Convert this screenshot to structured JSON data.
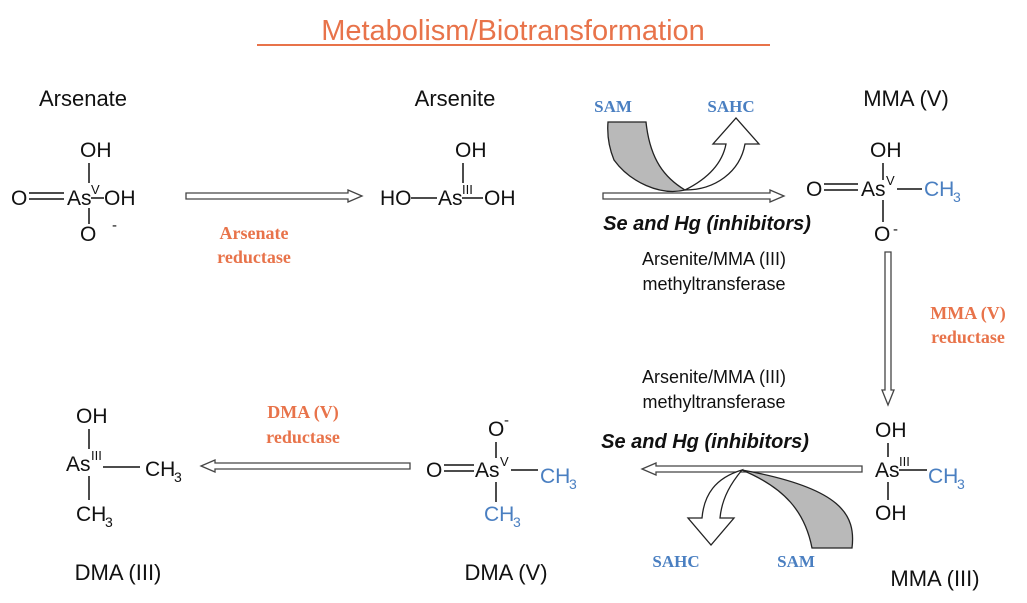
{
  "title": "Metabolism/Biotransformation",
  "colors": {
    "orange": "#e8734a",
    "blue": "#4a7fc1",
    "black": "#111111",
    "arrow_fill": "#b9b9b9"
  },
  "compounds": {
    "arsenate": {
      "name": "Arsenate",
      "atoms": {
        "top": "OH",
        "left": "O",
        "center": "As",
        "ox": "V",
        "right": "OH",
        "bottom": "O",
        "charge": "-"
      }
    },
    "arsenite": {
      "name": "Arsenite",
      "atoms": {
        "top": "OH",
        "left": "HO",
        "center": "As",
        "ox": "III",
        "right": "OH"
      }
    },
    "mma_v": {
      "name": "MMA (V)",
      "atoms": {
        "top": "OH",
        "left": "O",
        "center": "As",
        "ox": "V",
        "right": "CH",
        "sub": "3",
        "bottom": "O",
        "charge": "-"
      }
    },
    "mma_iii": {
      "name": "MMA (III)",
      "atoms": {
        "top": "OH",
        "center": "As",
        "ox": "III",
        "right": "CH",
        "sub": "3",
        "bottom": "OH"
      }
    },
    "dma_v": {
      "name": "DMA (V)",
      "atoms": {
        "top": "O",
        "charge": "-",
        "left": "O",
        "center": "As",
        "ox": "V",
        "right": "CH",
        "sub": "3",
        "bottom": "CH",
        "bottom_sub": "3"
      }
    },
    "dma_iii": {
      "name": "DMA (III)",
      "atoms": {
        "top": "OH",
        "center": "As",
        "ox": "III",
        "right": "CH",
        "sub": "3",
        "bottom": "CH",
        "bottom_sub": "3"
      }
    }
  },
  "enzymes": {
    "arsenate_reductase": [
      "Arsenate",
      "reductase"
    ],
    "mma_v_reductase": [
      "MMA (V)",
      "reductase"
    ],
    "dma_v_reductase": [
      "DMA (V)",
      "reductase"
    ],
    "methyltransferase_top": [
      "Arsenite/MMA (III)",
      "methyltransferase"
    ],
    "methyltransferase_bottom": [
      "Arsenite/MMA (III)",
      "methyltransferase"
    ]
  },
  "inhibitors": {
    "top": "Se and Hg (inhibitors)",
    "bottom": "Se and Hg (inhibitors)"
  },
  "cofactors": {
    "sam_top": "SAM",
    "sahc_top": "SAHC",
    "sam_bottom": "SAM",
    "sahc_bottom": "SAHC"
  }
}
